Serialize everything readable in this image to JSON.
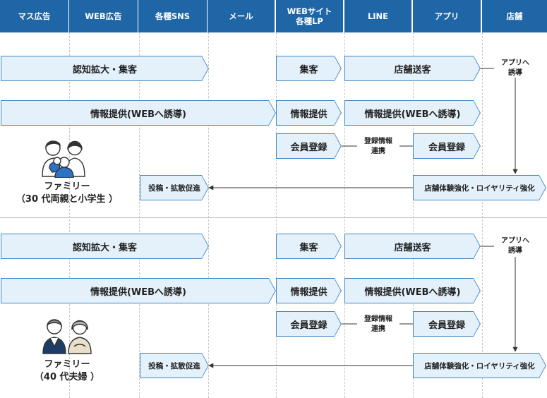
{
  "columns": [
    "マス広告",
    "WEB広告",
    "各種SNS",
    "メール",
    "WEBサイト\n各種LP",
    "LINE",
    "アプリ",
    "店舗"
  ],
  "sections": [
    {
      "family_label": "ファミリー\n（30 代両親と小学生 ）",
      "icon": "family-parents-child-icon",
      "row1": {
        "awareness": "認知拡大・集客",
        "attract": "集客",
        "store_send": "店舗送客",
        "app_note": "アプリへ\n誘導"
      },
      "row2": {
        "info_wide": "情報提供(WEBへ誘導)",
        "info_site": "情報提供",
        "info_line": "情報提供(WEBへ誘導)"
      },
      "row3": {
        "member_site": "会員登録",
        "link_note": "登録情報\n連携",
        "member_app": "会員登録"
      },
      "row4": {
        "loyalty": "店舗体験強化・ロイヤリティ強化",
        "sns_promo": "投稿・拡散促進"
      }
    },
    {
      "family_label": "ファミリー\n（40 代夫婦 ）",
      "icon": "senior-couple-icon",
      "row1": {
        "awareness": "認知拡大・集客",
        "attract": "集客",
        "store_send": "店舗送客",
        "app_note": "アプリへ\n誘導"
      },
      "row2": {
        "info_wide": "情報提供(WEBへ誘導)",
        "info_site": "情報提供",
        "info_line": "情報提供(WEBへ誘導)"
      },
      "row3": {
        "member_site": "会員登録",
        "link_note": "登録情報\n連携",
        "member_app": "会員登録"
      },
      "row4": {
        "loyalty": "店舗体験強化・ロイヤリティ強化",
        "sns_promo": "投稿・拡散促進"
      }
    }
  ],
  "colors": {
    "header": "#1f66a6",
    "box_fill": "#e4f1fb",
    "box_border": "#3f86c4"
  }
}
